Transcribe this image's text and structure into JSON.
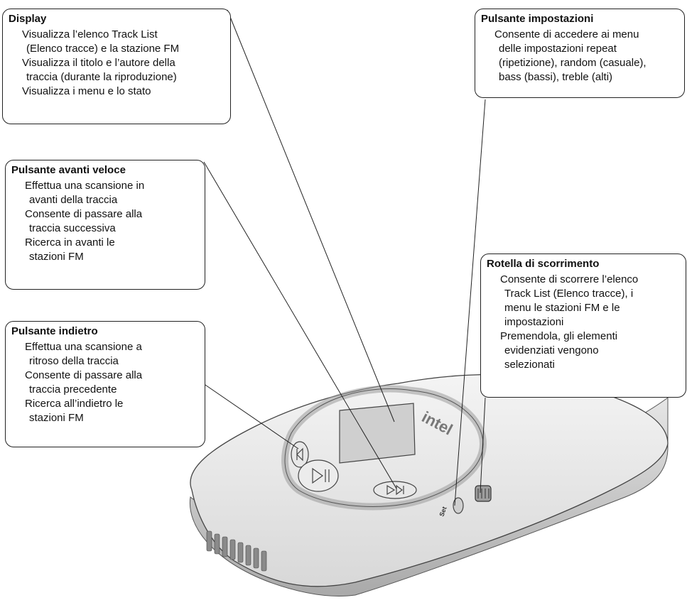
{
  "callouts": {
    "display": {
      "title": "Display",
      "items": [
        [
          "Visualizza l’elenco Track List",
          "(Elenco tracce) e la stazione FM"
        ],
        [
          "Visualizza il titolo e l’autore della",
          "traccia (durante la riproduzione)"
        ],
        [
          "Visualizza i menu e lo stato"
        ]
      ]
    },
    "settings_button": {
      "title": "Pulsante impostazioni",
      "items": [
        [
          "Consente di accedere ai menu",
          "delle impostazioni repeat",
          "(ripetizione), random (casuale),",
          "bass (bassi), treble (alti)"
        ]
      ]
    },
    "forward_button": {
      "title": "Pulsante avanti veloce",
      "items": [
        [
          "Effettua una scansione in",
          "avanti della traccia"
        ],
        [
          "Consente di passare alla",
          "traccia successiva"
        ],
        [
          "Ricerca in avanti le",
          "stazioni FM"
        ]
      ]
    },
    "scroll_wheel": {
      "title": "Rotella di scorrimento",
      "items": [
        [
          "Consente di scorrere l’elenco",
          "Track List (Elenco tracce), i",
          "menu le stazioni FM e le",
          "impostazioni"
        ],
        [
          "Premendola, gli elementi",
          "evidenziati vengono",
          "selezionati"
        ]
      ]
    },
    "back_button": {
      "title": "Pulsante indietro",
      "items": [
        [
          "Effettua una scansione a",
          "ritroso della traccia"
        ],
        [
          "Consente di passare alla",
          "traccia precedente"
        ],
        [
          "Ricerca all’indietro le",
          "stazioni FM"
        ]
      ]
    }
  },
  "device": {
    "logo_text": "intel",
    "set_label": "Set"
  }
}
